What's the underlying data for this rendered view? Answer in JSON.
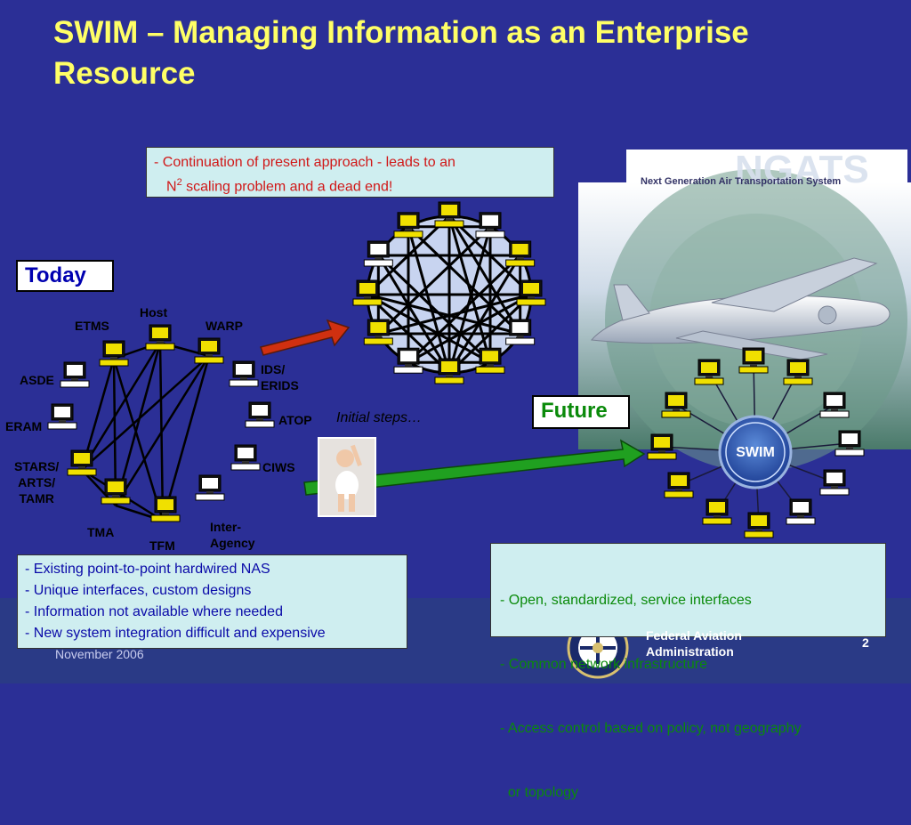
{
  "slide": {
    "title": "SWIM – Managing Information as an Enterprise Resource",
    "today_label": "Today",
    "future_label": "Future",
    "initial_steps": "Initial steps…",
    "swim_hub_label": "SWIM",
    "ngats_title": "NGATS",
    "ngats_subtitle": "Next Generation Air Transportation System",
    "footer_date": "November 2006",
    "footer_org_line1": "Federal Aviation",
    "footer_org_line2": "Administration",
    "page_number": "2"
  },
  "n2_box": {
    "line1": "- Continuation of present approach - leads to an",
    "line2_prefix": "N",
    "line2_sup": "2",
    "line2_suffix": " scaling problem and a dead end!"
  },
  "today_points": [
    "- Existing point-to-point hardwired NAS",
    "- Unique interfaces, custom designs",
    "- Information not available where needed",
    "- New system integration difficult and expensive"
  ],
  "future_points": [
    "- Open, standardized, service interfaces",
    "- Common network infrastructure",
    "- Access control based on policy, not geography",
    "  or topology"
  ],
  "systems": {
    "host": "Host",
    "etms": "ETMS",
    "warp": "WARP",
    "asde": "ASDE",
    "ids_erids_1": "IDS/",
    "ids_erids_2": "ERIDS",
    "eram": "ERAM",
    "atop": "ATOP",
    "stars_1": "STARS/",
    "stars_2": "ARTS/",
    "stars_3": "TAMR",
    "ciws": "CIWS",
    "tma": "TMA",
    "tfm": "TFM",
    "inter_1": "Inter-",
    "inter_2": "Agency"
  },
  "colors": {
    "background": "#2b2f96",
    "title": "#ffff66",
    "box_fill": "#cfeef0",
    "red_text": "#d01818",
    "blue_text": "#0a0aa8",
    "green_text": "#0a8a0a",
    "computer_yellow": "#f0e000",
    "arrow_red": "#d03010",
    "arrow_green": "#20a020"
  }
}
